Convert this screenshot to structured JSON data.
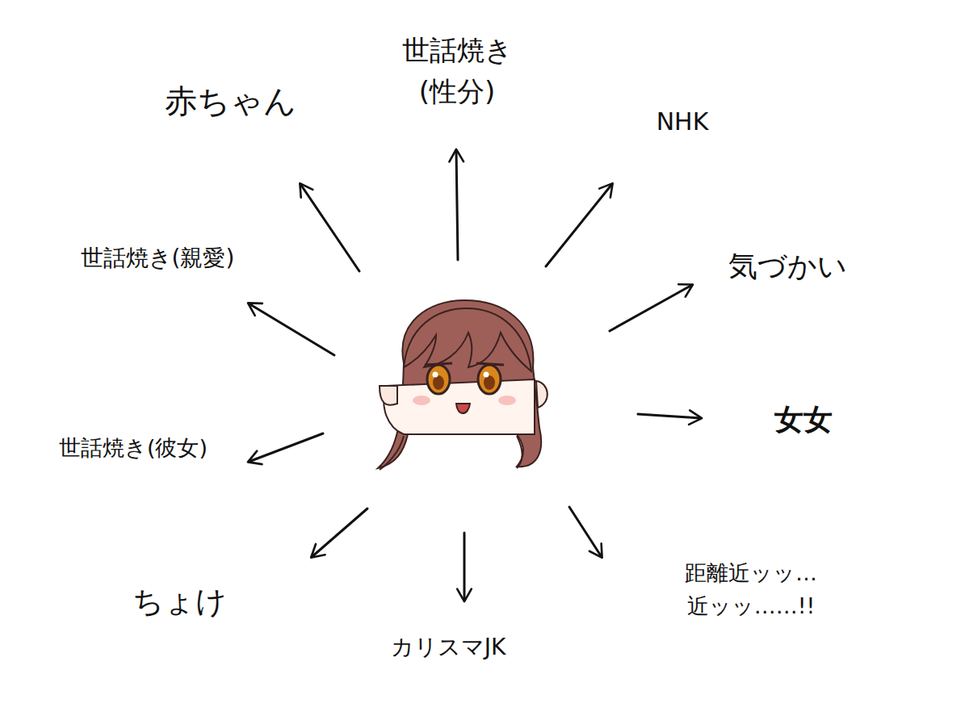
{
  "diagram": {
    "labels": [
      "世話焼き (性分)",
      "赤ちゃん",
      "NHK",
      "世話焼き(親愛)",
      "気づかい",
      "女女",
      "世話焼き(彼女)",
      "ちょけ",
      "カリスマJK",
      "距離近ッッ… 近ッッ……!!"
    ]
  }
}
